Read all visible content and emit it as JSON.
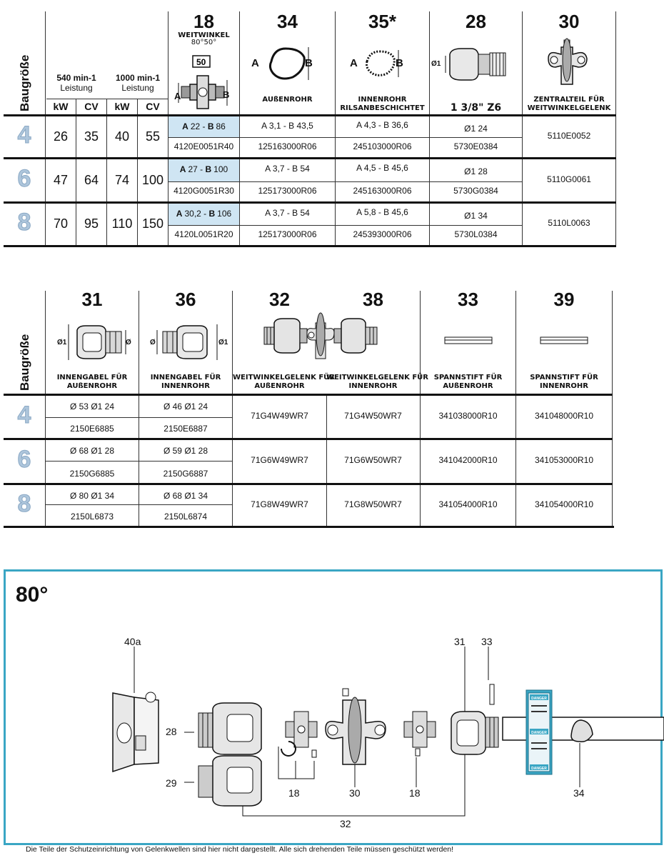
{
  "table1": {
    "baugroesse_label": "Baugröße",
    "speed1": "540 min-1",
    "speed1_sub": "Leistung",
    "speed2": "1000 min-1",
    "speed2_sub": "Leistung",
    "kw1": "kW",
    "cv1": "CV",
    "kw2": "kW",
    "cv2": "CV",
    "col18_num": "18",
    "col18_title": "WEITWINKEL",
    "col18_angle": "80°50°",
    "col18_box": "50",
    "col34_num": "34",
    "col34_label": "AUßENROHR",
    "col35_num": "35*",
    "col35_label1": "INNENROHR",
    "col35_label2": "RILSANBESCHICHTET",
    "col28_num": "28",
    "col28_label": "1 3/8\" Z6",
    "col30_num": "30",
    "col30_label1": "ZENTRALTEIL FÜR",
    "col30_label2": "WEITWINKELGELENK",
    "letter_a": "A",
    "letter_b": "B",
    "letter_phi": "Ø1",
    "rows": [
      {
        "size": "4",
        "kw1": "26",
        "cv1": "35",
        "kw2": "40",
        "cv2": "55",
        "c18a_pre": "A",
        "c18a_v1": "22 - ",
        "c18a_b": "B",
        "c18a_v2": "86",
        "c18b": "4120E0051R40",
        "c34a": "A 3,1 - B 43,5",
        "c34b": "125163000R06",
        "c35a": "A 4,3 - B 36,6",
        "c35b": "245103000R06",
        "c28a": "Ø1 24",
        "c28b": "5730E0384",
        "c30": "5110E0052"
      },
      {
        "size": "6",
        "kw1": "47",
        "cv1": "64",
        "kw2": "74",
        "cv2": "100",
        "c18a_pre": "A",
        "c18a_v1": "27 - ",
        "c18a_b": "B",
        "c18a_v2": "100",
        "c18b": "4120G0051R30",
        "c34a": "A 3,7 - B 54",
        "c34b": "125173000R06",
        "c35a": "A 4,5 - B 45,6",
        "c35b": "245163000R06",
        "c28a": "Ø1 28",
        "c28b": "5730G0384",
        "c30": "5110G0061"
      },
      {
        "size": "8",
        "kw1": "70",
        "cv1": "95",
        "kw2": "110",
        "cv2": "150",
        "c18a_pre": "A",
        "c18a_v1": "30,2 - ",
        "c18a_b": "B",
        "c18a_v2": "106",
        "c18b": "4120L0051R20",
        "c34a": "A 3,7 - B 54",
        "c34b": "125173000R06",
        "c35a": "A 5,8 - B 45,6",
        "c35b": "245393000R06",
        "c28a": "Ø1 34",
        "c28b": "5730L0384",
        "c30": "5110L0063"
      }
    ]
  },
  "table2": {
    "baugroesse_label": "Baugröße",
    "col31_num": "31",
    "col31_l1": "INNENGABEL FÜR",
    "col31_l2": "AUßENROHR",
    "col36_num": "36",
    "col36_l1": "INNENGABEL FÜR",
    "col36_l2": "INNENROHR",
    "col32_num": "32",
    "col32_l1": "WEITWINKELGELENK FÜR",
    "col32_l2": "AUßENROHR",
    "col38_num": "38",
    "col38_l1": "WEITWINKELGELENK FÜR",
    "col38_l2": "INNENROHR",
    "col33_num": "33",
    "col33_l1": "SPANNSTIFT FÜR",
    "col33_l2": "AUßENROHR",
    "col39_num": "39",
    "col39_l1": "SPANNSTIFT FÜR",
    "col39_l2": "INNENROHR",
    "phi": "Ø",
    "phi1": "Ø1",
    "rows": [
      {
        "size": "4",
        "c31a": "Ø 53  Ø1 24",
        "c31b": "2150E6885",
        "c36a": "Ø 46  Ø1 24",
        "c36b": "2150E6887",
        "c32": "71G4W49WR7",
        "c38": "71G4W50WR7",
        "c33": "341038000R10",
        "c39": "341048000R10"
      },
      {
        "size": "6",
        "c31a": "Ø 68  Ø1 28",
        "c31b": "2150G6885",
        "c36a": "Ø 59  Ø1 28",
        "c36b": "2150G6887",
        "c32": "71G6W49WR7",
        "c38": "71G6W50WR7",
        "c33": "341042000R10",
        "c39": "341053000R10"
      },
      {
        "size": "8",
        "c31a": "Ø 80  Ø1 34",
        "c31b": "2150L6873",
        "c36a": "Ø 68  Ø1 34",
        "c36b": "2150L6874",
        "c32": "71G8W49WR7",
        "c38": "71G8W50WR7",
        "c33": "341054000R10",
        "c39": "341054000R10"
      }
    ]
  },
  "diagram": {
    "title": "80°",
    "labels": {
      "l40a": "40a",
      "l31": "31",
      "l33": "33",
      "l28": "28",
      "l29": "29",
      "l18a": "18",
      "l30": "30",
      "l18b": "18",
      "l34": "34",
      "l32": "32"
    },
    "danger": "DANGER",
    "footer": "Die Teile der Schutzeinrichtung von Gelenkwellen sind hier nicht dargestellt. Alle sich drehenden Teile müssen geschützt werden!",
    "frame_color": "#3aa6c4"
  }
}
